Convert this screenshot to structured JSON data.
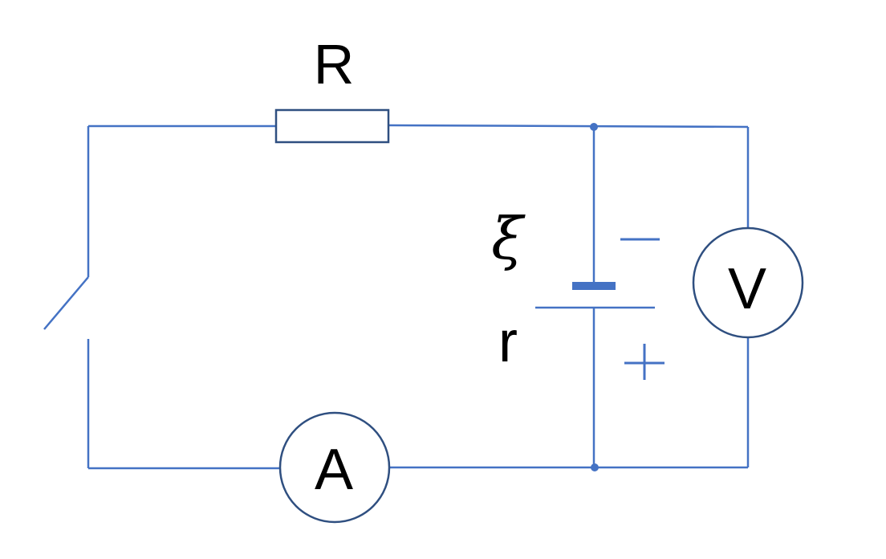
{
  "circuit": {
    "resistor_label": "R",
    "emf_label": "ξ",
    "internal_resistance_label": "r",
    "ammeter_label": "A",
    "voltmeter_label": "V",
    "battery_negative_sign": "−",
    "battery_positive_sign": "+"
  },
  "colors": {
    "wire": "#4472c4",
    "component_outline": "#2f4f80",
    "text": "#000000"
  }
}
